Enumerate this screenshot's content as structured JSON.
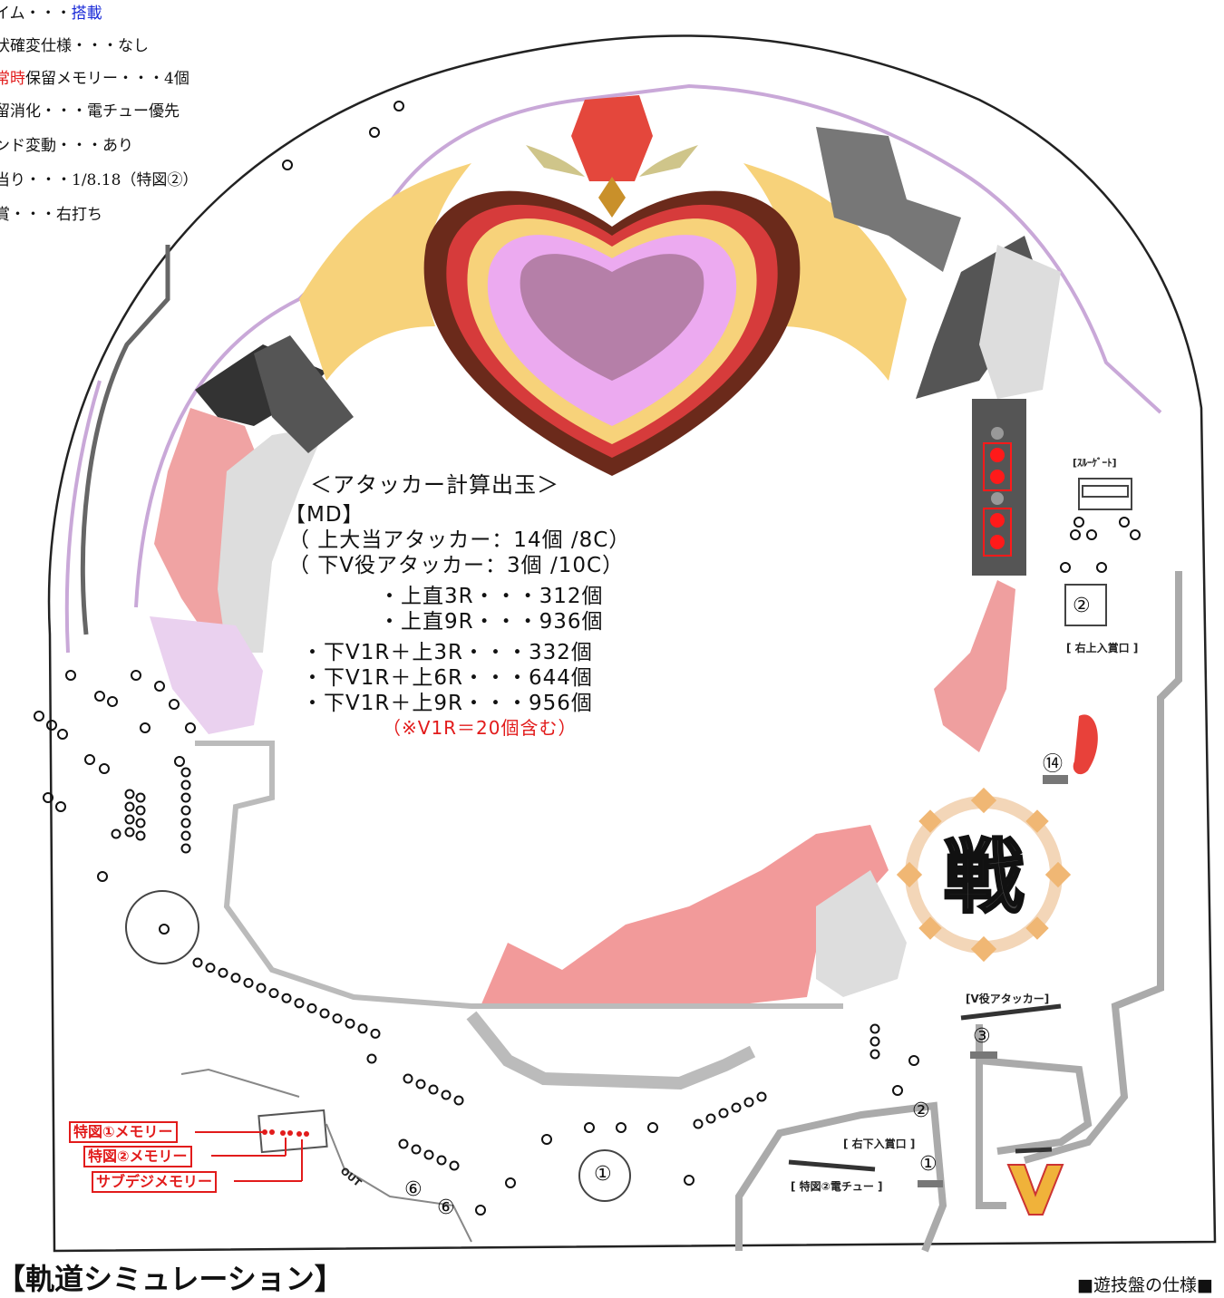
{
  "specs": [
    {
      "prefix": "",
      "em": "",
      "rest": "",
      "label": "イム・・・",
      "value": "搭載",
      "value_color": "blue"
    },
    {
      "label": "状確変仕様・・・なし"
    },
    {
      "em": "常時",
      "label": "保留メモリー・・・4個"
    },
    {
      "label": "留消化・・・電チュー優先"
    },
    {
      "label": "ンド変動・・・あり"
    },
    {
      "label": "当り・・・1/8.18（特図②）"
    },
    {
      "label": "賞・・・右打ち"
    }
  ],
  "calc": {
    "heading": "＜アタッカー計算出玉＞",
    "md": "【MD】",
    "upper_attacker": "（ 上大当アタッカー：14個 /8C）",
    "lower_attacker": "（ 下V役アタッカー：3個 /10C）",
    "rows": [
      "・上直3R・・・312個",
      "・上直9R・・・936個",
      "・下V1R＋上3R・・・332個",
      "・下V1R＋上6R・・・644個",
      "・下V1R＋上9R・・・956個"
    ],
    "note": "（※V1R＝20個含む）"
  },
  "labels": {
    "through_gate": "[ｽﾙｰｹﾞｰﾄ]",
    "upper_right_prize": "[ 右上入賞口 ]",
    "v_attacker": "[V役アタッカー]",
    "lower_right_prize": "[ 右下入賞口 ]",
    "tokuzu2_chucker": "[ 特図②電チュー ]",
    "out": "OUT"
  },
  "memories": [
    "特図①メモリー",
    "特図②メモリー",
    "サブデジメモリー"
  ],
  "numbers": {
    "n1": "①",
    "n2a": "②",
    "n2b": "②",
    "n3": "③",
    "n1b": "①",
    "n6a": "⑥",
    "n6b": "⑥",
    "n14": "⑭"
  },
  "center_emblem_char": "戦",
  "title": "【軌道シミュレーション】",
  "footer": "■遊技盤の仕様■",
  "colors": {
    "board_outline": "#222222",
    "rail_purple": "#c9a8d8",
    "heart_pink": "#e9a6ef",
    "heart_red": "#d63b3b",
    "flame_yellow": "#f7d27a",
    "rock_pink": "#f29a9a",
    "lamp_red": "#ff1a1a",
    "v_logo": "#f0b23a"
  }
}
